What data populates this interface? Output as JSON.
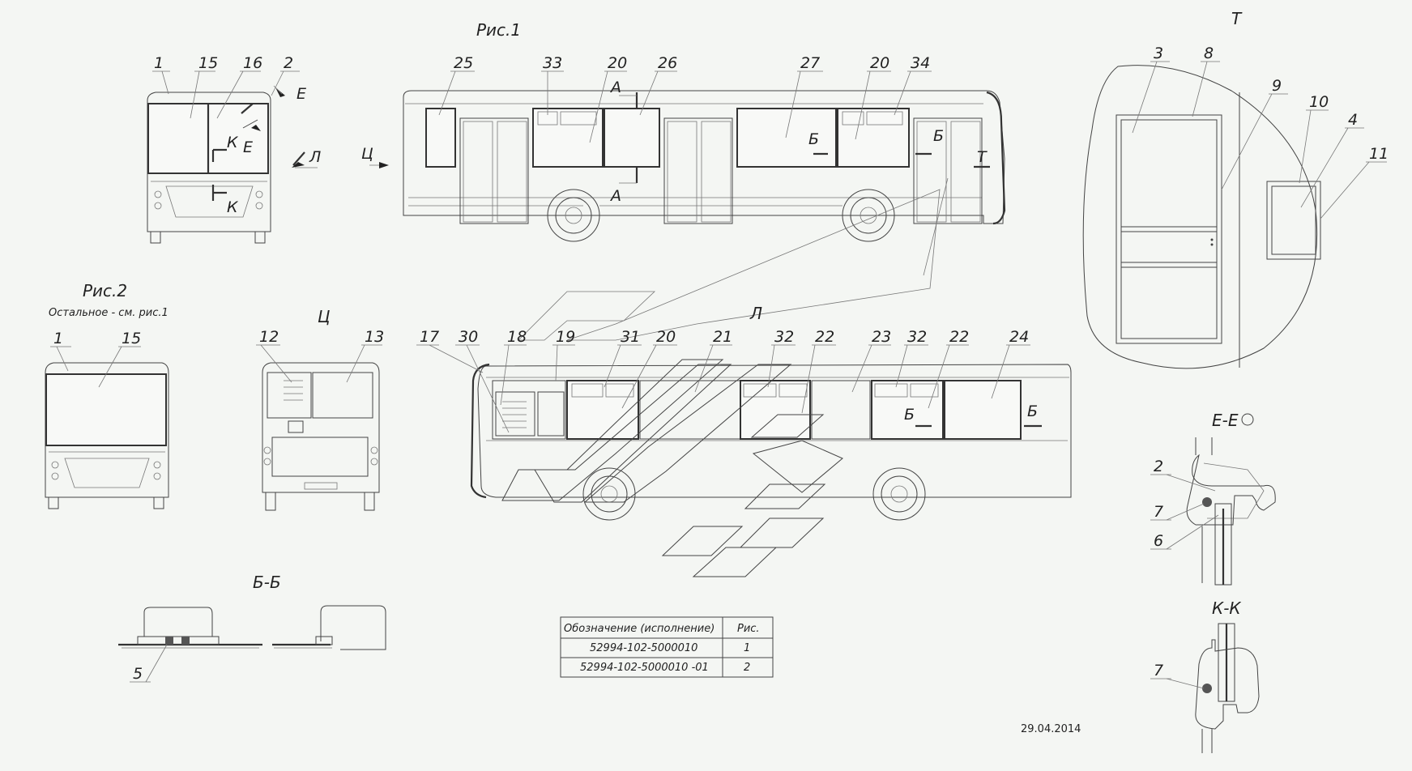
{
  "figures": {
    "fig1": "Рис.1",
    "fig2": "Рис.2",
    "fig2_note": "Остальное - см. рис.1"
  },
  "views": {
    "L": "Л",
    "C": "Ц",
    "T": "Т"
  },
  "sections": {
    "BB": "Б-Б",
    "EE": "Е-Е",
    "KK": "К-К",
    "A": "А",
    "B": "Б",
    "E": "Е",
    "K": "К"
  },
  "callouts": {
    "front": [
      "1",
      "15",
      "16",
      "2"
    ],
    "side1": [
      "25",
      "33",
      "20",
      "26",
      "27",
      "20",
      "34"
    ],
    "detailT": [
      "3",
      "8",
      "9",
      "10",
      "4",
      "11"
    ],
    "fig2": [
      "1",
      "15"
    ],
    "rear": [
      "12",
      "13"
    ],
    "side2": [
      "17",
      "30",
      "18",
      "19",
      "31",
      "20",
      "21",
      "32",
      "22",
      "23",
      "32",
      "22",
      "24"
    ],
    "bb": [
      "5"
    ],
    "ee": [
      "2",
      "7",
      "6"
    ],
    "kk": [
      "7"
    ]
  },
  "table": {
    "headers": [
      "Обозначение (исполнение)",
      "Рис."
    ],
    "rows": [
      [
        "52994-102-5000010",
        "1"
      ],
      [
        "52994-102-5000010 -01",
        "2"
      ]
    ]
  },
  "date": "29.04.2014"
}
